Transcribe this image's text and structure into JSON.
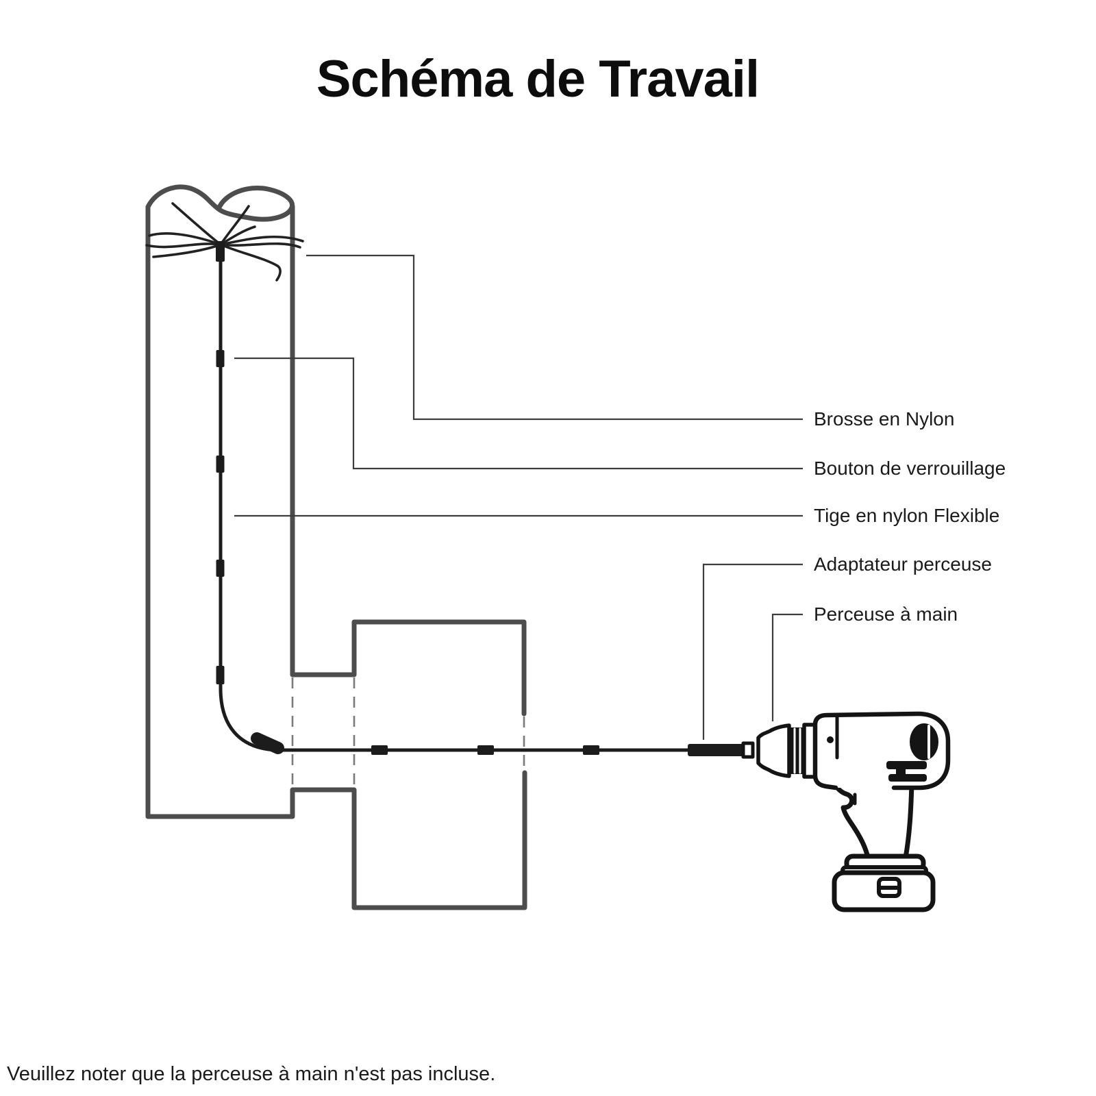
{
  "title": "Schéma de Travail",
  "diagram": {
    "labels": [
      "Brosse en Nylon",
      "Bouton de verrouillage",
      "Tige en nylon Flexible",
      "Adaptateur perceuse",
      "Perceuse à main"
    ],
    "parts": {
      "brush": "nylon chimney brush inside flue pipe",
      "rod_sections": 5,
      "note": "flexible rod bends 90° from vertical flue to horizontal duct through wall, driven by cordless drill"
    }
  },
  "footnote": "Veuillez noter que la perceuse à main n'est pas incluse.",
  "colors": {
    "background": "#ffffff",
    "wall_outline": "#4d4d4d",
    "rod_black": "#1c1c1c",
    "drill_outline": "#141414",
    "leader_line": "#3d3d3d",
    "hidden_duct_dash": "#7a7a7a",
    "text": "#111111"
  }
}
